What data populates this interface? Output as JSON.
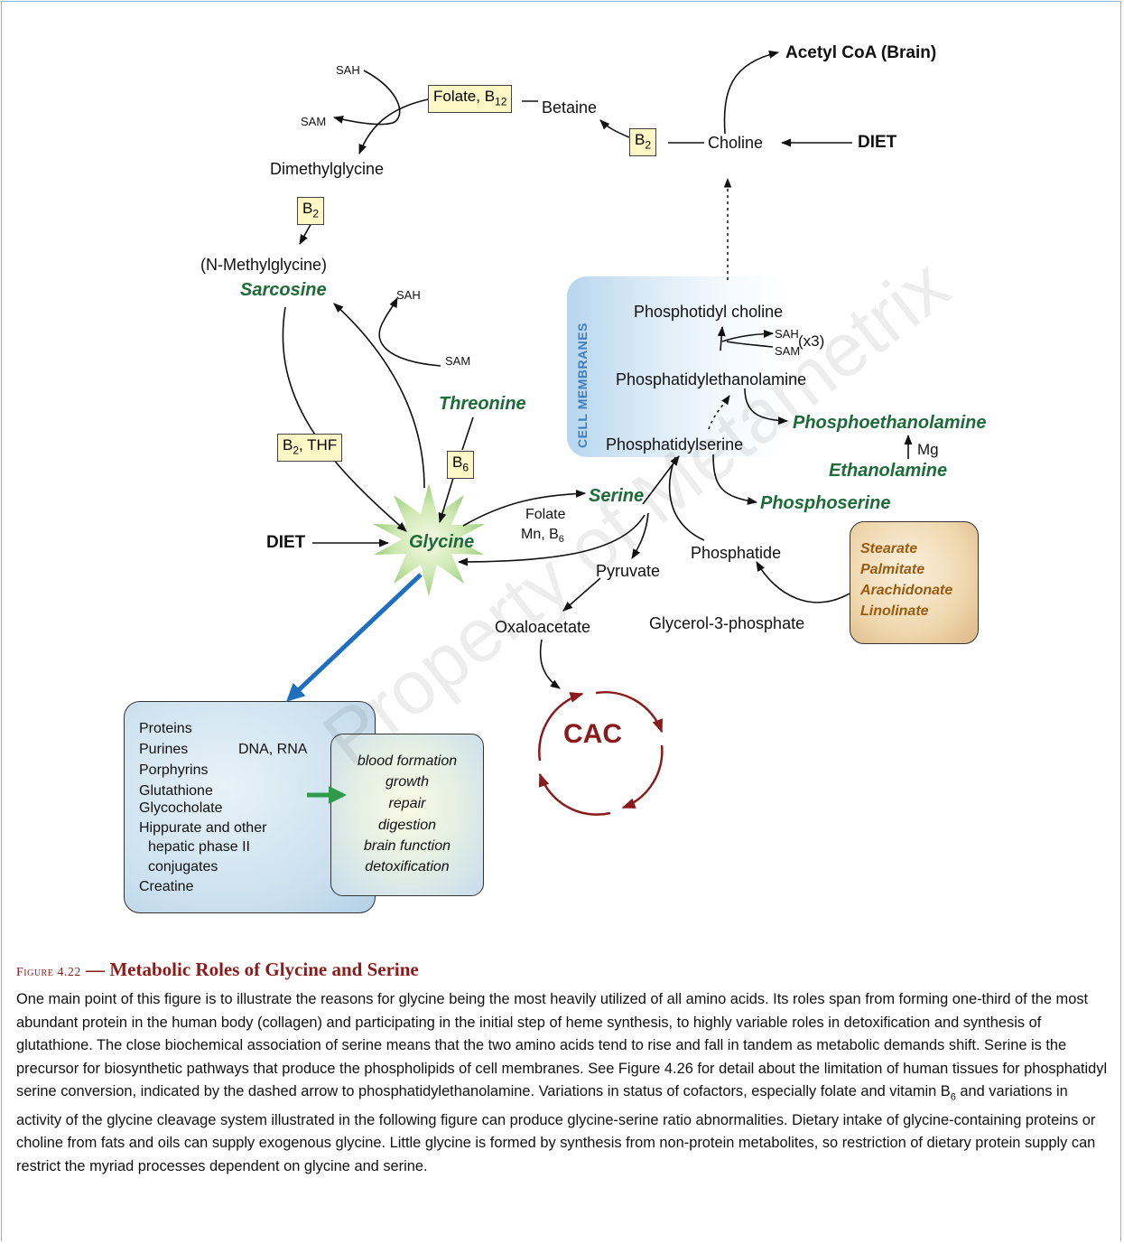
{
  "diagram": {
    "nodes": {
      "acetyl_coa": "Acetyl CoA (Brain)",
      "choline": "Choline",
      "diet_choline": "DIET",
      "betaine": "Betaine",
      "dimethylglycine": "Dimethylglycine",
      "n_methylglycine": "(N-Methylglycine)",
      "sarcosine": "Sarcosine",
      "threonine": "Threonine",
      "glycine": "Glycine",
      "diet_glycine": "DIET",
      "serine": "Serine",
      "folate_mn": "Folate",
      "mn_b6": "Mn, B",
      "mn_b6_sub": "6",
      "pyruvate": "Pyruvate",
      "oxaloacetate": "Oxaloacetate",
      "cac": "CAC",
      "phosphotidyl_choline": "Phosphotidyl choline",
      "phosphatidylethanolamine": "Phosphatidylethanolamine",
      "phosphatidylserine": "Phosphatidylserine",
      "phosphoethanolamine": "Phosphoethanolamine",
      "ethanolamine": "Ethanolamine",
      "mg": "Mg",
      "phosphoserine": "Phosphoserine",
      "phosphatide": "Phosphatide",
      "glycerol_3_phosphate": "Glycerol-3-phosphate",
      "cell_membranes": "CELL MEMBRANES",
      "sah_top": "SAH",
      "sam_top": "SAM",
      "sah_mid": "SAH",
      "sam_mid": "SAM",
      "sah_pc": "SAH",
      "sam_pc": "SAM",
      "x3": "(x3)"
    },
    "cofactors": {
      "folate_b12": "Folate, B",
      "folate_b12_sub": "12",
      "b2_choline": "B",
      "b2_choline_sub": "2",
      "b2_dmg": "B",
      "b2_dmg_sub": "2",
      "b2_thf": "B",
      "b2_thf_sub": "2",
      "b2_thf_tail": ", THF",
      "b6_thr": "B",
      "b6_thr_sub": "6"
    },
    "uses": [
      "Proteins",
      "Purines",
      "Porphyrins",
      "Glutathione",
      "Glycocholate",
      "Hippurate and other",
      "hepatic phase II",
      "conjugates",
      "Creatine"
    ],
    "dna_rna": "DNA, RNA",
    "functions": [
      "blood formation",
      "growth",
      "repair",
      "digestion",
      "brain function",
      "detoxification"
    ],
    "fatty_acids": [
      "Stearate",
      "Palmitate",
      "Arachidonate",
      "Linolinate"
    ],
    "colors": {
      "green_text": "#1c6b38",
      "cac_red": "#8b1a1a",
      "blue_arrow": "#1f6fc0",
      "fatty_brown": "#9a5a10"
    }
  },
  "caption": {
    "figure_label": "Figure 4.22",
    "dash": " — ",
    "title": "Metabolic Roles of Glycine and Serine",
    "body_part1": "One main point of this figure is to illustrate the reasons for glycine being the most heavily utilized of all amino acids. Its roles span from forming one-third of the most abundant protein in the human body (collagen) and participating in the initial step of heme synthesis, to highly variable roles in detoxification and synthesis of glutathione. The close biochemical association of serine means that the two amino acids tend to rise and fall in tandem as metabolic demands shift. Serine is the precursor for biosynthetic pathways that produce the phospholipids of cell membranes. See Figure 4.26 for detail about the limitation of human tissues for phosphatidyl serine conversion, indicated by the dashed arrow to phosphatidylethanolamine. Variations in status of cofactors, especially folate and vitamin B",
    "body_sub": "6",
    "body_part2": " and variations in activity of the glycine cleavage system illustrated in the following figure can produce glycine-serine ratio abnormalities. Dietary intake of glycine-containing proteins or choline from fats and oils can supply exogenous glycine. Little glycine is formed by synthesis from non-protein metabolites, so restriction of dietary protein supply can restrict the myriad processes dependent on glycine and serine."
  },
  "watermark": "Property of Metametrix"
}
